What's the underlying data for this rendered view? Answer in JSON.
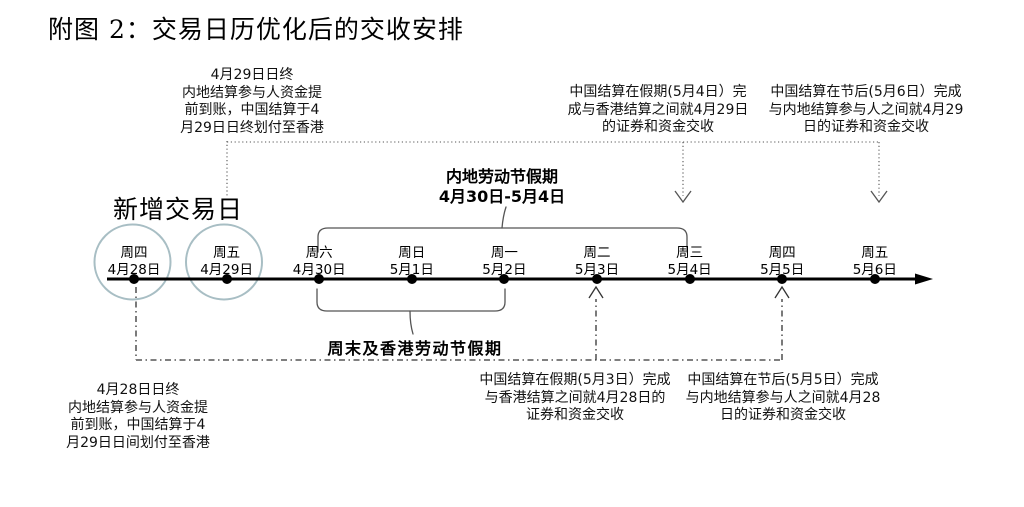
{
  "title": "附图 2：交易日历优化后的交收安排",
  "new_trading_day_label": "新增交易日",
  "holidays": {
    "mainland": "内地劳动节假期\n4月30日-5月4日",
    "weekend_hk": "周末及香港劳动节假期"
  },
  "timeline": {
    "ticks": [
      {
        "weekday": "周四",
        "date": "4月28日",
        "highlighted": true
      },
      {
        "weekday": "周五",
        "date": "4月29日",
        "highlighted": true
      },
      {
        "weekday": "周六",
        "date": "4月30日",
        "highlighted": false
      },
      {
        "weekday": "周日",
        "date": "5月1日",
        "highlighted": false
      },
      {
        "weekday": "周一",
        "date": "5月2日",
        "highlighted": false
      },
      {
        "weekday": "周二",
        "date": "5月3日",
        "highlighted": false
      },
      {
        "weekday": "周三",
        "date": "5月4日",
        "highlighted": false
      },
      {
        "weekday": "周四",
        "date": "5月5日",
        "highlighted": false
      },
      {
        "weekday": "周五",
        "date": "5月6日",
        "highlighted": false
      }
    ]
  },
  "annotations": {
    "top_left": "4月29日日终\n内地结算参与人资金提\n前到账，中国结算于4\n月29日日终划付至香港",
    "top_mid": "中国结算在假期(5月4日）完\n成与香港结算之间就4月29日\n的证券和资金交收",
    "top_right": "中国结算在节后(5月6日）完成\n与内地结算参与人之间就4月29\n日的证券和资金交收",
    "bottom_left": "4月28日日终\n内地结算参与人资金提\n前到账，中国结算于4\n月29日日间划付至香港",
    "bottom_mid": "中国结算在假期(5月3日）完成\n与香港结算之间就4月28日的\n证券和资金交收",
    "bottom_right": "中国结算在节后(5月5日）完成\n与内地结算参与人之间就4月28\n日的证券和资金交收"
  },
  "colors": {
    "highlight_circle": "#a8bec4",
    "connector_dotted": "#555555",
    "connector_dashdot": "#333333",
    "bracket": "#555555",
    "axis": "#000000"
  }
}
